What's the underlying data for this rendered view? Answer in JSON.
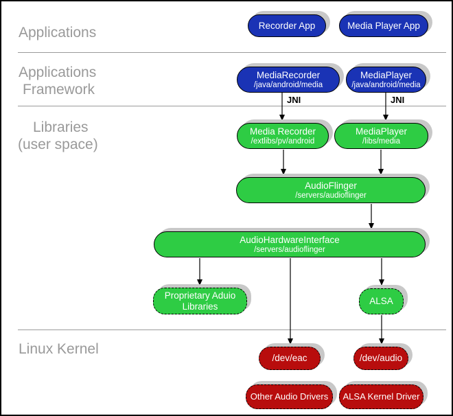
{
  "sections": {
    "applications": {
      "label": "Applications"
    },
    "framework": {
      "line1": "Applications",
      "line2": "Framework"
    },
    "libraries": {
      "line1": "Libraries",
      "line2": "(user space)"
    },
    "kernel": {
      "label": "Linux Kernel"
    }
  },
  "connector_labels": {
    "jni_left": "JNI",
    "jni_right": "JNI"
  },
  "nodes": {
    "recorder_app": {
      "label": "Recorder App"
    },
    "media_player_app": {
      "label": "Media Player App"
    },
    "media_recorder_fw": {
      "label": "MediaRecorder",
      "path": "/java/android/media"
    },
    "media_player_fw": {
      "label": "MediaPlayer",
      "path": "/java/android/media"
    },
    "media_recorder_lib": {
      "label": "Media Recorder",
      "path": "/extlibs/pv/android"
    },
    "media_player_lib": {
      "label": "MediaPlayer",
      "path": "/libs/media"
    },
    "audio_flinger": {
      "label": "AudioFlinger",
      "path": "/servers/audioflinger"
    },
    "audio_hw_interface": {
      "label": "AudioHardwareInterface",
      "path": "/servers/audioflinger"
    },
    "proprietary_audio": {
      "line1": "Proprietary Aduio",
      "line2": "Libraries"
    },
    "alsa": {
      "label": "ALSA"
    },
    "dev_eac": {
      "label": "/dev/eac"
    },
    "dev_audio": {
      "label": "/dev/audio"
    },
    "other_audio_drivers": {
      "label": "Other Audio Drivers"
    },
    "alsa_kernel_driver": {
      "label": "ALSA Kernel Driver"
    }
  },
  "colors": {
    "app_layer_blue": "#1a33b5",
    "user_space_green": "#2ecc44",
    "kernel_red": "#b80d0d",
    "shadow_gray": "#c8c8c8",
    "section_label_gray": "#999999"
  }
}
